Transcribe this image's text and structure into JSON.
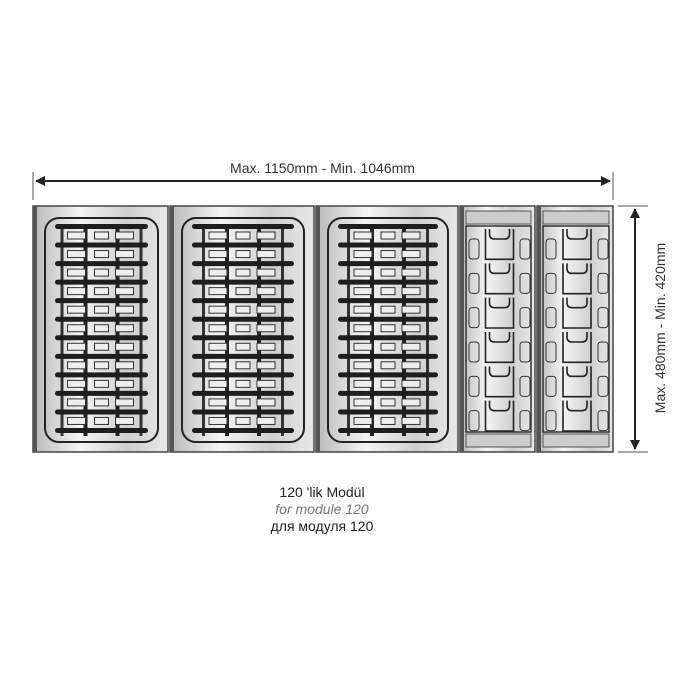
{
  "dimensions": {
    "width_label": "Max. 1150mm  -  Min. 1046mm",
    "height_label": "Max. 480mm  -  Min. 420mm"
  },
  "caption": {
    "line1": "120 'lik Modül",
    "line2": "for module 120",
    "line3": "для модуля 120"
  },
  "modules": [
    {
      "type": "plate-rack",
      "slots": 12
    },
    {
      "type": "plate-rack",
      "slots": 12
    },
    {
      "type": "plate-rack",
      "slots": 12
    },
    {
      "type": "cup-rack",
      "slots": 6
    },
    {
      "type": "cup-rack",
      "slots": 6
    }
  ],
  "colors": {
    "line": "#222222",
    "steel_light": "#f2f2f2",
    "steel_dark": "#b8b8b8"
  }
}
